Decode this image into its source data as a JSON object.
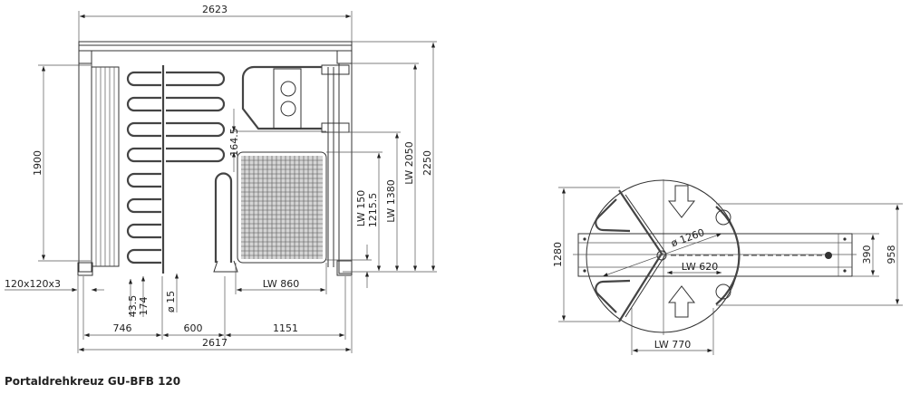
{
  "title": "Portaldrehkreuz GU-BFB 120",
  "front_view": {
    "dims": {
      "overall_width_top": "2623",
      "overall_width_bottom": "2617",
      "height_left": "1900",
      "post_profile": "120x120x3",
      "dim_43_5": "43.5",
      "dim_174": "174",
      "diameter_15": "ø 15",
      "seg_746": "746",
      "seg_600": "600",
      "seg_1151": "1151",
      "lw_860": "LW 860",
      "lw_150": "LW 150",
      "dim_1215_5": "1215.5",
      "lw_1380": "LW 1380",
      "lw_2050": "LW 2050",
      "height_2250": "2250",
      "dim_164_5": "164.5"
    }
  },
  "top_view": {
    "dims": {
      "width_1280": "1280",
      "diameter_1260": "ø 1260",
      "lw_620": "LW 620",
      "lw_770": "LW 770",
      "dim_390": "390",
      "dim_958": "958"
    }
  }
}
